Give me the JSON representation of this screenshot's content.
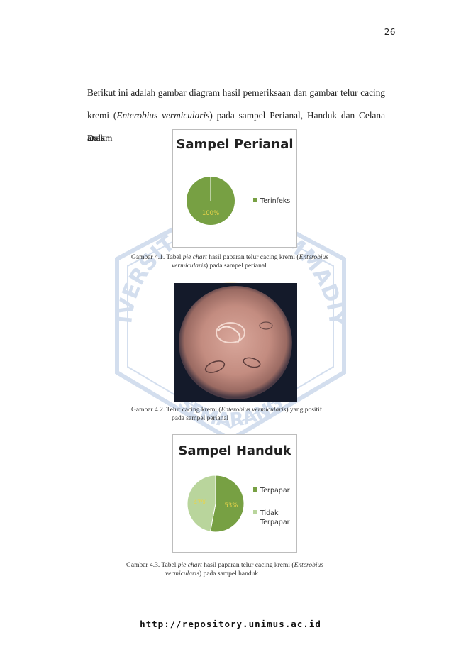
{
  "page_number": "26",
  "paragraph": {
    "line1": "Berikut ini adalah gambar diagram hasil pemeriksaan dan gambar telur cacing",
    "line2_a": "kremi (",
    "line2_italic": "Enterobius vermicularis",
    "line2_b": ") pada sampel Perianal, Handuk dan Celana Dalam",
    "line3": "anak."
  },
  "chart_data": [
    {
      "type": "pie",
      "title": "Sampel Perianal",
      "categories": [
        "Terinfeksi"
      ],
      "values": [
        100
      ],
      "data_labels": [
        "100%"
      ],
      "colors": [
        "#77a043"
      ],
      "legend": "right"
    },
    {
      "type": "pie",
      "title": "Sampel Handuk",
      "categories": [
        "Terpapar",
        "Tidak Terpapar"
      ],
      "values": [
        53,
        47
      ],
      "data_labels": [
        "53%",
        "47%"
      ],
      "colors": [
        "#77a043",
        "#b9d59c"
      ],
      "legend": "right"
    }
  ],
  "chart1_legend": {
    "label": "Terinfeksi",
    "value_label": "100%"
  },
  "chart2_legend": {
    "item1": "Terpapar",
    "item2_line1": "Tidak",
    "item2_line2": "Terpapar",
    "value_label1": "53%",
    "value_label2": "47%"
  },
  "caption1": {
    "a": "Gambar 4.1. Tabel ",
    "b": "pie chart",
    "c": " hasil paparan  telur cacing kremi (",
    "d": "Enterobius",
    "e": "vermicularis",
    "f": ") pada sampel perianal"
  },
  "caption2": {
    "a": "Gambar 4.2. Telur cacing kremi (",
    "b": "Enterobius vermicularis",
    "c": ") yang positif",
    "d": "pada sampel perianal"
  },
  "caption3": {
    "a": "Gambar 4.3. Tabel ",
    "b": "pie chart",
    "c": " hasil paparan  telur cacing kremi (",
    "d": "Enterobius",
    "e": "vermicularis",
    "f": ") pada sampel handuk"
  },
  "watermark": {
    "top_text": "UNIVERSITAS MUHAMMADIYAH",
    "bottom_text": "SEMARANG"
  },
  "footer": "http://repository.unimus.ac.id"
}
